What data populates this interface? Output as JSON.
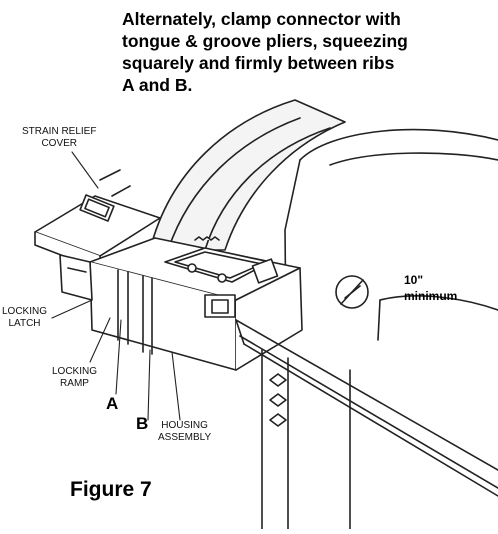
{
  "instruction": {
    "lines": [
      "Alternately, clamp connector with",
      "tongue & groove pliers, squeezing",
      "squarely and firmly between ribs",
      "A and B."
    ]
  },
  "labels": {
    "strain_relief_cover": [
      "STRAIN RELIEF",
      "COVER"
    ],
    "locking_latch": [
      "LOCKING",
      "LATCH"
    ],
    "locking_ramp": [
      "LOCKING",
      "RAMP"
    ],
    "rib_a": "A",
    "rib_b": "B",
    "housing_assembly": [
      "HOUSING",
      "ASSEMBLY"
    ],
    "dimension_value": "10\"",
    "dimension_text": "minimum"
  },
  "figure_caption": "Figure 7"
}
